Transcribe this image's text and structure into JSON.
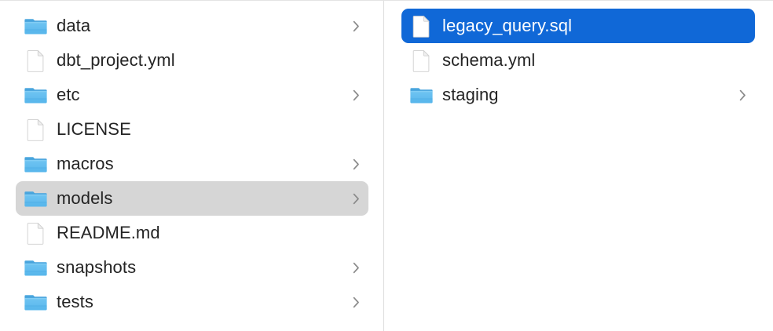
{
  "window": {
    "view_mode": "column",
    "divider_color": "#dcdcdc",
    "background_color": "#ffffff",
    "text_color": "#242424",
    "selection_blue": "#1068d7",
    "highlight_gray": "#d6d6d6",
    "selected_text_color": "#ffffff",
    "folder_icon_color": "#56b5ef",
    "folder_icon_tab_color": "#3c9ed8",
    "file_icon_color": "#ffffff"
  },
  "columns": [
    {
      "name": "column-1",
      "items": [
        {
          "label": "data",
          "kind": "folder",
          "icon": "folder-icon",
          "has_chevron": true,
          "state": "normal"
        },
        {
          "label": "dbt_project.yml",
          "kind": "file",
          "icon": "document-icon",
          "has_chevron": false,
          "state": "normal"
        },
        {
          "label": "etc",
          "kind": "folder",
          "icon": "folder-icon",
          "has_chevron": true,
          "state": "normal"
        },
        {
          "label": "LICENSE",
          "kind": "file",
          "icon": "document-icon",
          "has_chevron": false,
          "state": "normal"
        },
        {
          "label": "macros",
          "kind": "folder",
          "icon": "folder-icon",
          "has_chevron": true,
          "state": "normal"
        },
        {
          "label": "models",
          "kind": "folder",
          "icon": "folder-icon",
          "has_chevron": true,
          "state": "highlight"
        },
        {
          "label": "README.md",
          "kind": "file",
          "icon": "document-icon",
          "has_chevron": false,
          "state": "normal"
        },
        {
          "label": "snapshots",
          "kind": "folder",
          "icon": "folder-icon",
          "has_chevron": true,
          "state": "normal"
        },
        {
          "label": "tests",
          "kind": "folder",
          "icon": "folder-icon",
          "has_chevron": true,
          "state": "normal"
        }
      ]
    },
    {
      "name": "column-2",
      "items": [
        {
          "label": "legacy_query.sql",
          "kind": "file",
          "icon": "document-icon",
          "has_chevron": false,
          "state": "selected"
        },
        {
          "label": "schema.yml",
          "kind": "file",
          "icon": "document-icon",
          "has_chevron": false,
          "state": "normal"
        },
        {
          "label": "staging",
          "kind": "folder",
          "icon": "folder-icon",
          "has_chevron": true,
          "state": "normal"
        }
      ]
    }
  ]
}
